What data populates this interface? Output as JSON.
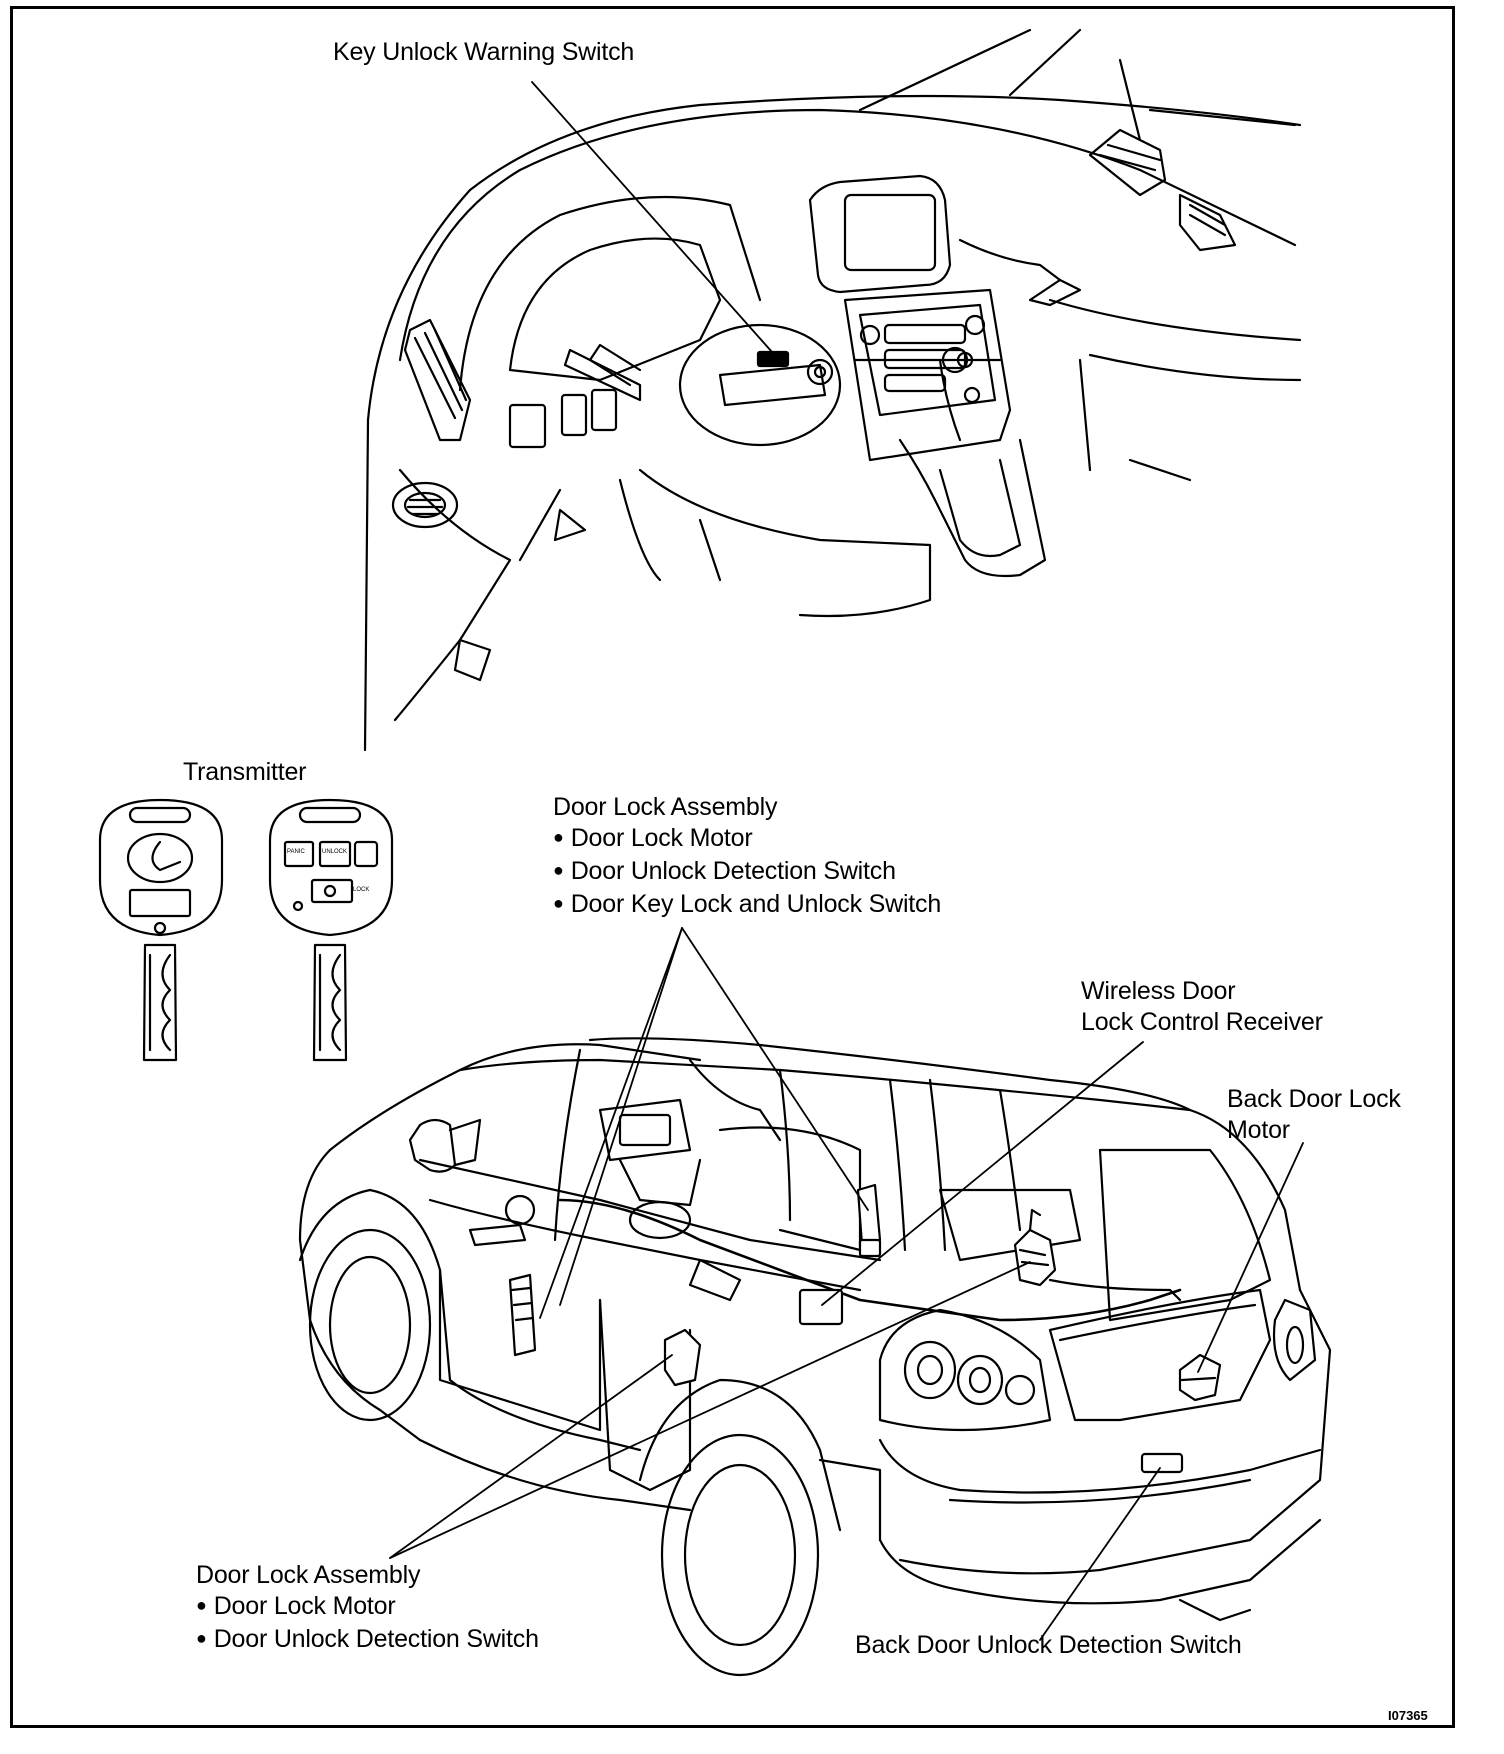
{
  "figure_code": "I07365",
  "labels": {
    "key_unlock_warning_switch": "Key Unlock Warning Switch",
    "transmitter": "Transmitter",
    "door_lock_assembly_front": {
      "title": "Door Lock Assembly",
      "items": [
        "Door Lock Motor",
        "Door Unlock Detection Switch",
        "Door Key Lock and Unlock Switch"
      ]
    },
    "wireless_receiver": [
      "Wireless Door",
      "Lock Control Receiver"
    ],
    "back_door_lock_motor": [
      "Back Door Lock",
      "Motor"
    ],
    "door_lock_assembly_rear": {
      "title": "Door Lock Assembly",
      "items": [
        "Door Lock Motor",
        "Door Unlock Detection Switch"
      ]
    },
    "back_door_unlock_detection_switch": "Back Door Unlock Detection Switch"
  },
  "key_buttons": {
    "panic": "PANIC",
    "unlock": "UNLOCK",
    "lock": "LOCK"
  }
}
